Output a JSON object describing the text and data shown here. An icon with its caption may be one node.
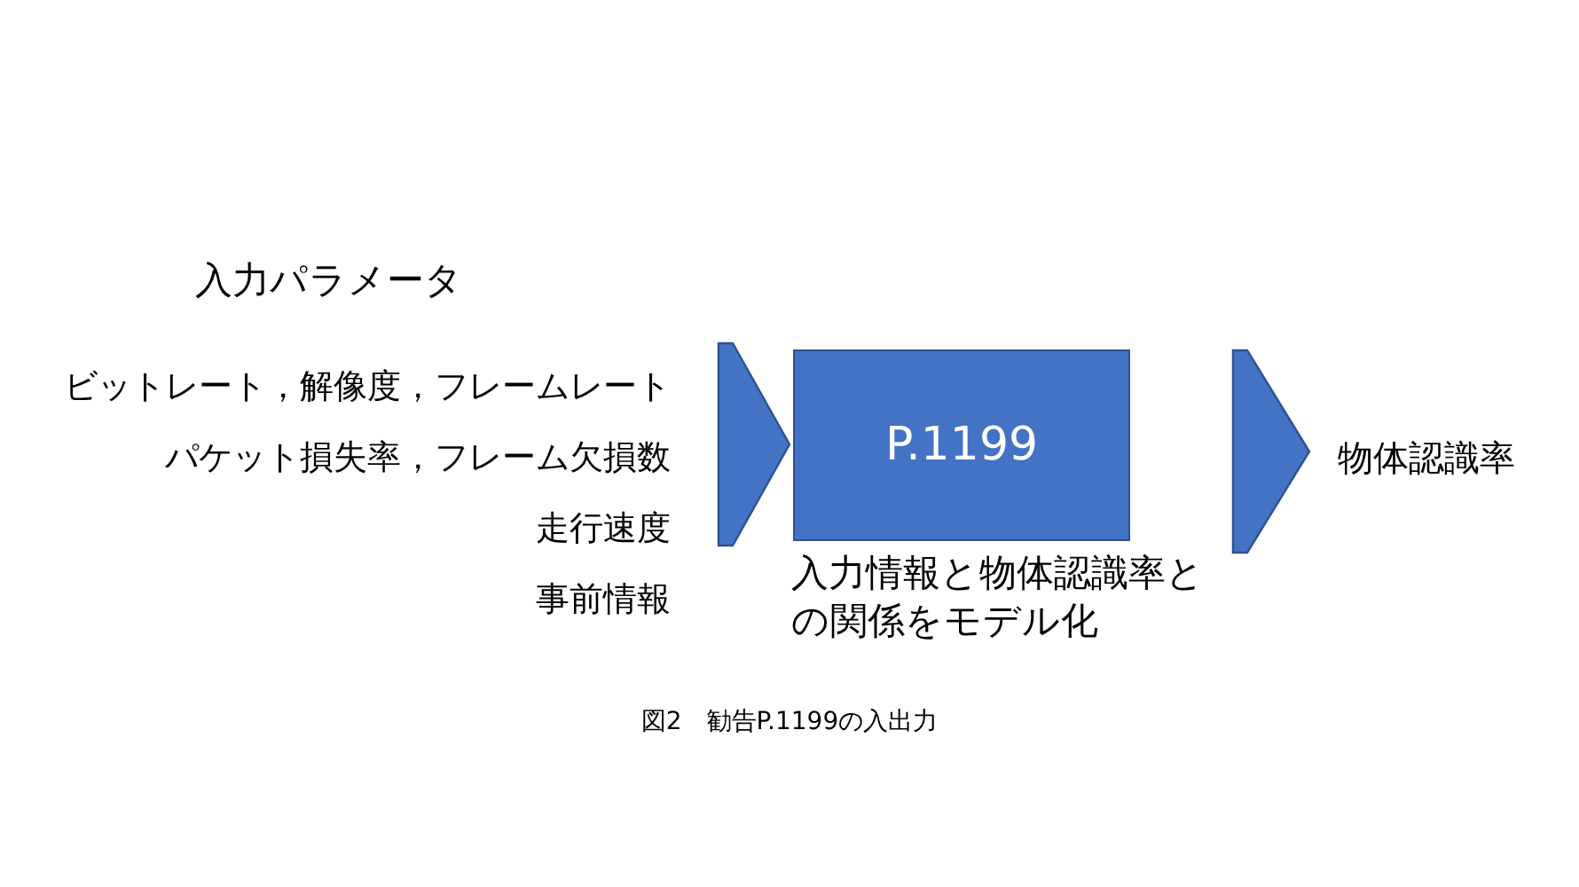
{
  "diagram": {
    "caption": "図2　勧告P.1199の入出力",
    "nodes": [
      {
        "text": [
          "入力パラメータ",
          "ビットレート，解像度，フレームレート",
          "パケット損失率，フレーム欠損数",
          "走行速度",
          "事前情報"
        ]
      },
      {
        "text": [
          "P.1199"
        ],
        "beside": [
          "入力情報と物体認識率との関係をモデル化"
        ]
      },
      {
        "text": [
          "物体認識率"
        ]
      }
    ],
    "edges": [
      {
        "from": 0,
        "to": 1,
        "arrow": "to"
      },
      {
        "from": 1,
        "to": 2,
        "arrow": "to"
      }
    ]
  }
}
